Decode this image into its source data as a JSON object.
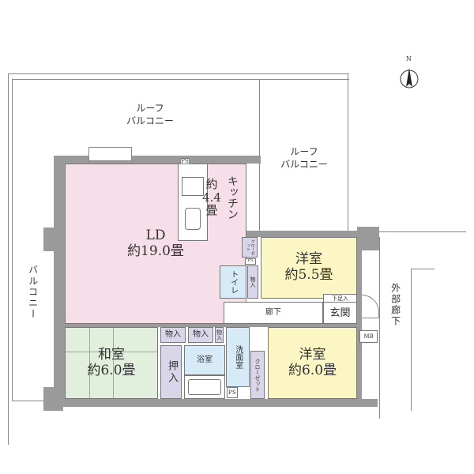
{
  "compass": {
    "label": "N"
  },
  "outdoor": {
    "roof_balcony_1": "ルーフ\nバルコニー",
    "roof_balcony_2": "ルーフ\nバルコニー",
    "balcony": "バルコニー",
    "outer_corridor": "外部廊下"
  },
  "rooms": {
    "ld": {
      "name": "LD",
      "size": "約19.0畳"
    },
    "kitchen": {
      "name": "キッチン",
      "size_a": "約",
      "size_b": "4.4",
      "size_c": "畳"
    },
    "washitsu": {
      "name": "和室",
      "size": "約6.0畳"
    },
    "western_1": {
      "name": "洋室",
      "size": "約5.5畳"
    },
    "western_2": {
      "name": "洋室",
      "size": "約6.0畳"
    },
    "toilet": "トイレ",
    "bath": "浴室",
    "washroom": "洗面室",
    "hallway": "廊下",
    "entrance": "玄関",
    "shoe_box": "下足入",
    "closet_oshiire": "押入",
    "storage_1": "物入",
    "storage_2": "物入",
    "storage_3": "物入",
    "storage_toilet": "物入",
    "closet_1": "クローゼット",
    "closet_2": "クローゼット",
    "ps_1": "PS",
    "ps_2": "PS",
    "ps_3": "PS",
    "mb": "MB"
  },
  "colors": {
    "ld": "#f7dfe9",
    "washitsu": "#e2efdc",
    "western": "#fbf6c4",
    "wet": "#d6ebf7",
    "storage": "#d9d6ea"
  }
}
